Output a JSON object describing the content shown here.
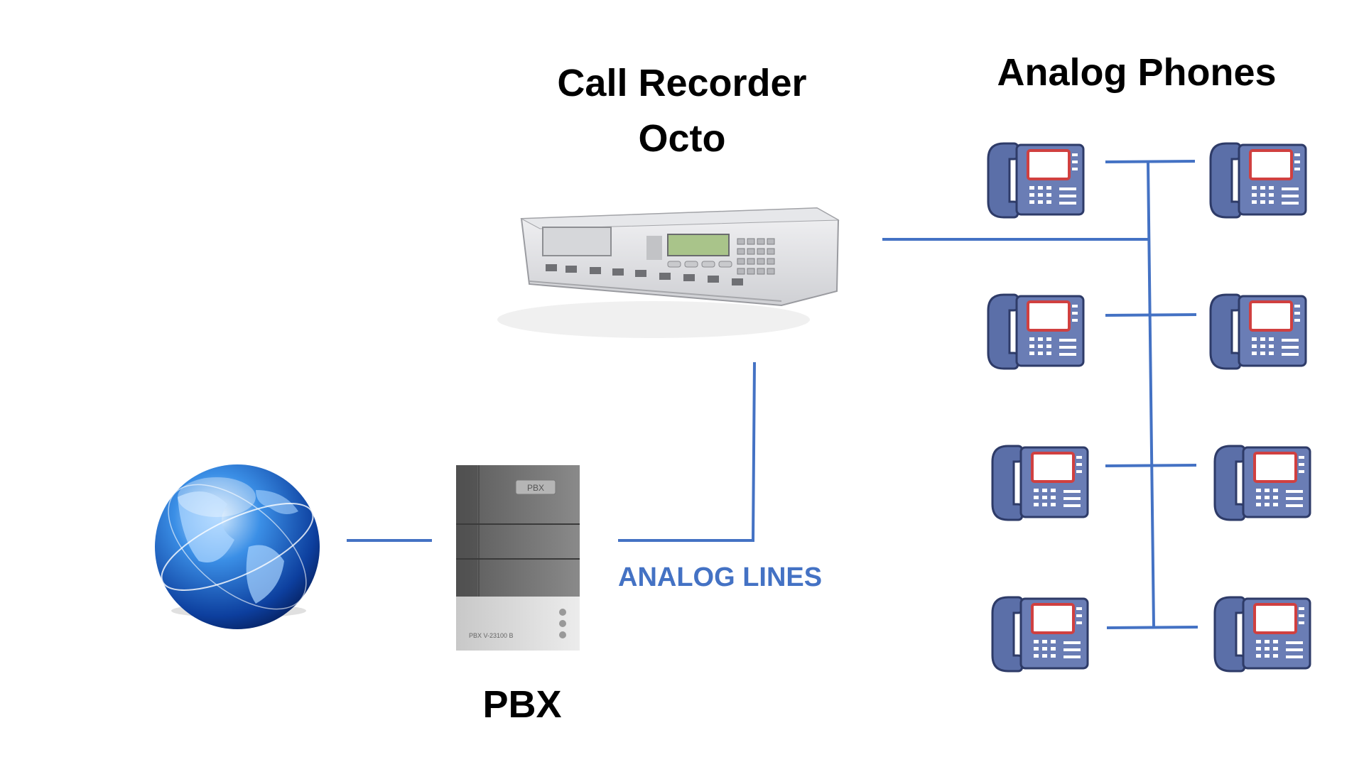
{
  "labels": {
    "recorder_line1": "Call Recorder",
    "recorder_line2": "Octo",
    "phones": "Analog Phones",
    "pbx": "PBX",
    "analog_lines": "ANALOG LINES"
  },
  "device_text": {
    "pbx_badge": "PBX",
    "pbx_model": "PBX V-23100 B"
  },
  "colors": {
    "connector": "#4472c4",
    "analog_lines_text": "#4472c4",
    "phone_body": "#5b6fa8",
    "globe": "#1e64c8"
  },
  "icons": [
    "globe-icon",
    "pbx-cabinet-icon",
    "call-recorder-device-icon",
    "phone-icon"
  ]
}
